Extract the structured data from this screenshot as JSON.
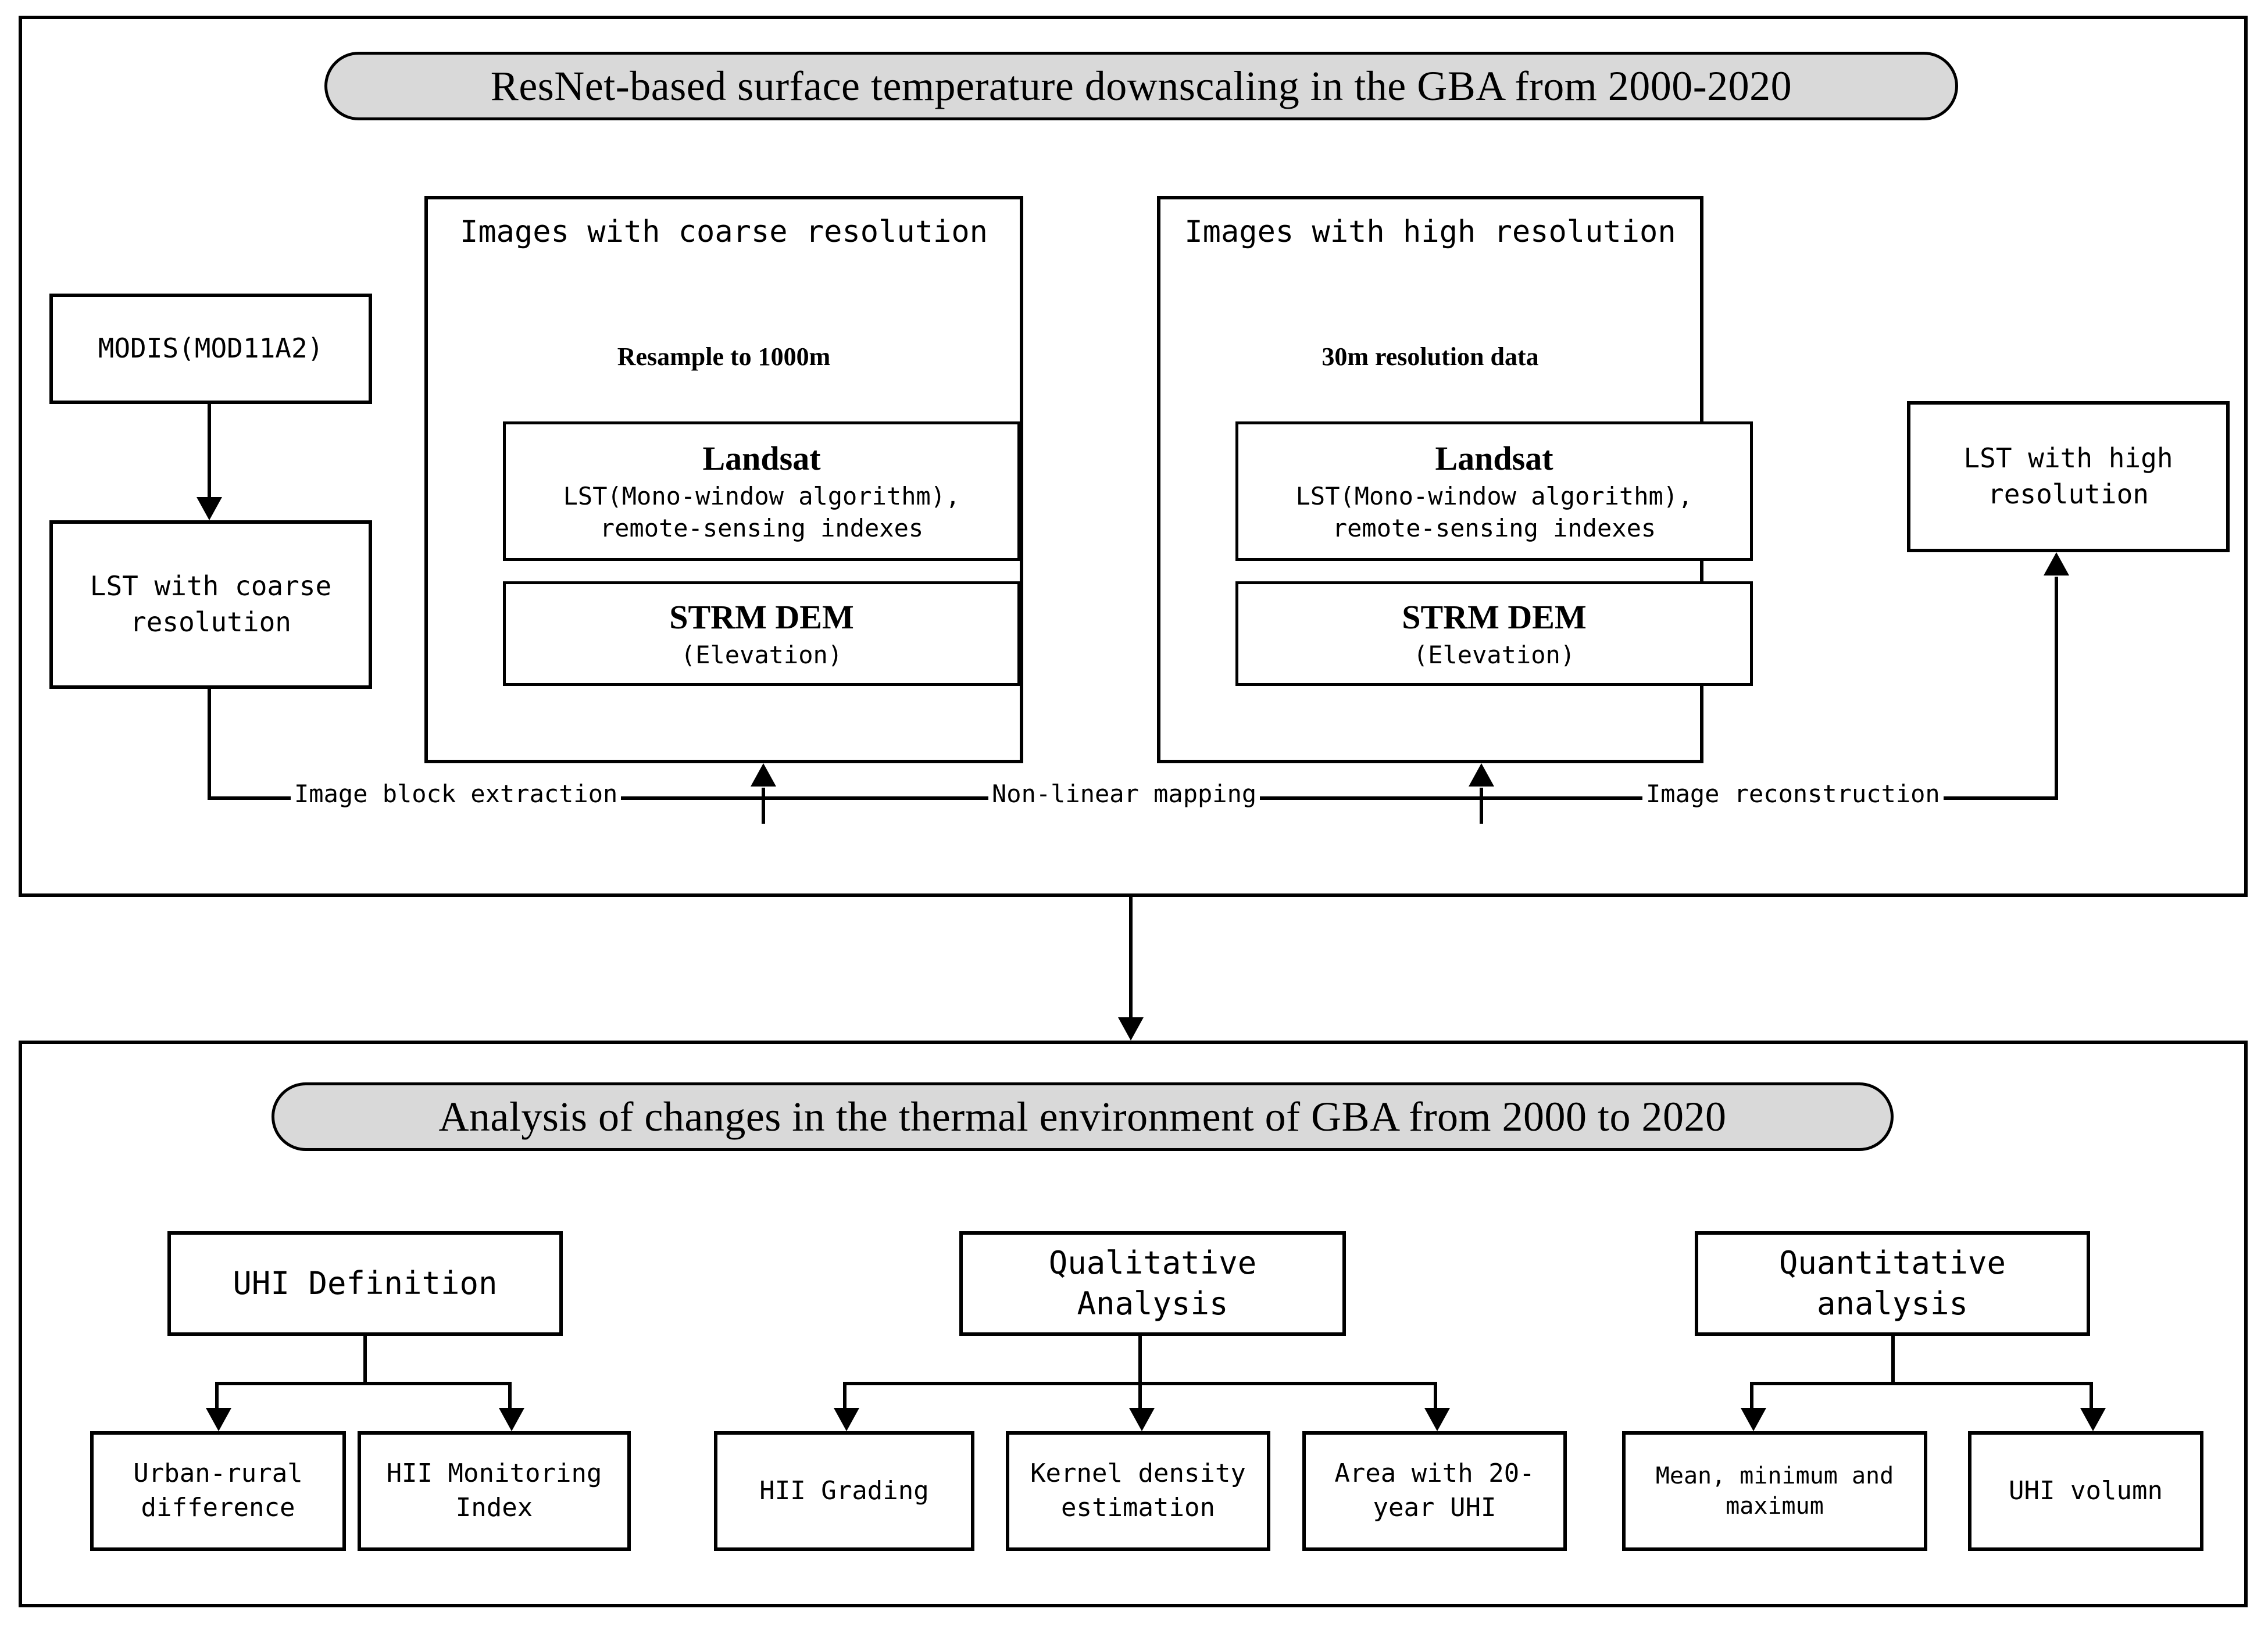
{
  "diagram": {
    "upper_panel": {
      "title": "ResNet-based surface temperature downscaling in the GBA from 2000-2020",
      "source_box": "MODIS(MOD11A2)",
      "coarse_lst_box": "LST with coarse resolution",
      "coarse_group": {
        "heading": "Images with coarse resolution",
        "subheading": "Resample to 1000m",
        "landsat_title": "Landsat",
        "landsat_line1": "LST(Mono-window algorithm),",
        "landsat_line2": "remote-sensing indexes",
        "dem_title": "STRM DEM",
        "dem_sub": "(Elevation)"
      },
      "high_group": {
        "heading": "Images with high resolution",
        "subheading": "30m resolution data",
        "landsat_title": "Landsat",
        "landsat_line1": "LST(Mono-window algorithm),",
        "landsat_line2": "remote-sensing indexes",
        "dem_title": "STRM DEM",
        "dem_sub": "(Elevation)"
      },
      "output_box": "LST with high resolution",
      "flow_labels": [
        "Image block extraction",
        "Non-linear mapping",
        "Image reconstruction"
      ]
    },
    "lower_panel": {
      "title": "Analysis of changes in the thermal environment of GBA from 2000 to 2020",
      "branches": [
        {
          "parent": "UHI Definition",
          "children": [
            "Urban-rural difference",
            "HII Monitoring Index"
          ]
        },
        {
          "parent": "Qualitative Analysis",
          "children": [
            "HII Grading",
            "Kernel density estimation",
            "Area with 20-year UHI"
          ]
        },
        {
          "parent": "Quantitative analysis",
          "children": [
            "Mean, minimum and maximum",
            "UHI volumn"
          ]
        }
      ]
    },
    "colors": {
      "pill_fill": "#d9d9d9",
      "stroke": "#000000",
      "background": "#ffffff"
    }
  }
}
